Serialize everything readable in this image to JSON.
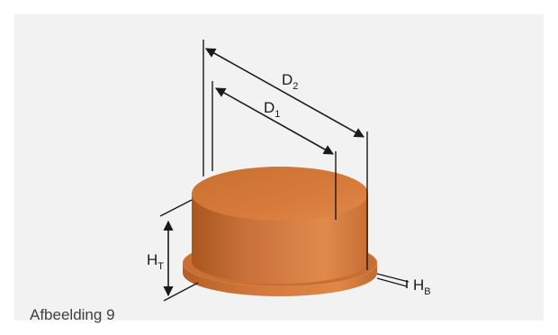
{
  "labels": {
    "d2_main": "D",
    "d2_sub": "2",
    "d1_main": "D",
    "d1_sub": "1",
    "ht_main": "H",
    "ht_sub": "T",
    "hb_main": "H",
    "hb_sub": "B"
  },
  "caption": "Afbeelding 9",
  "colors": {
    "background_panel": "#f2f2f2",
    "cap_orange": "#d77b3c",
    "dimension_lines": "#1a1a1a"
  }
}
